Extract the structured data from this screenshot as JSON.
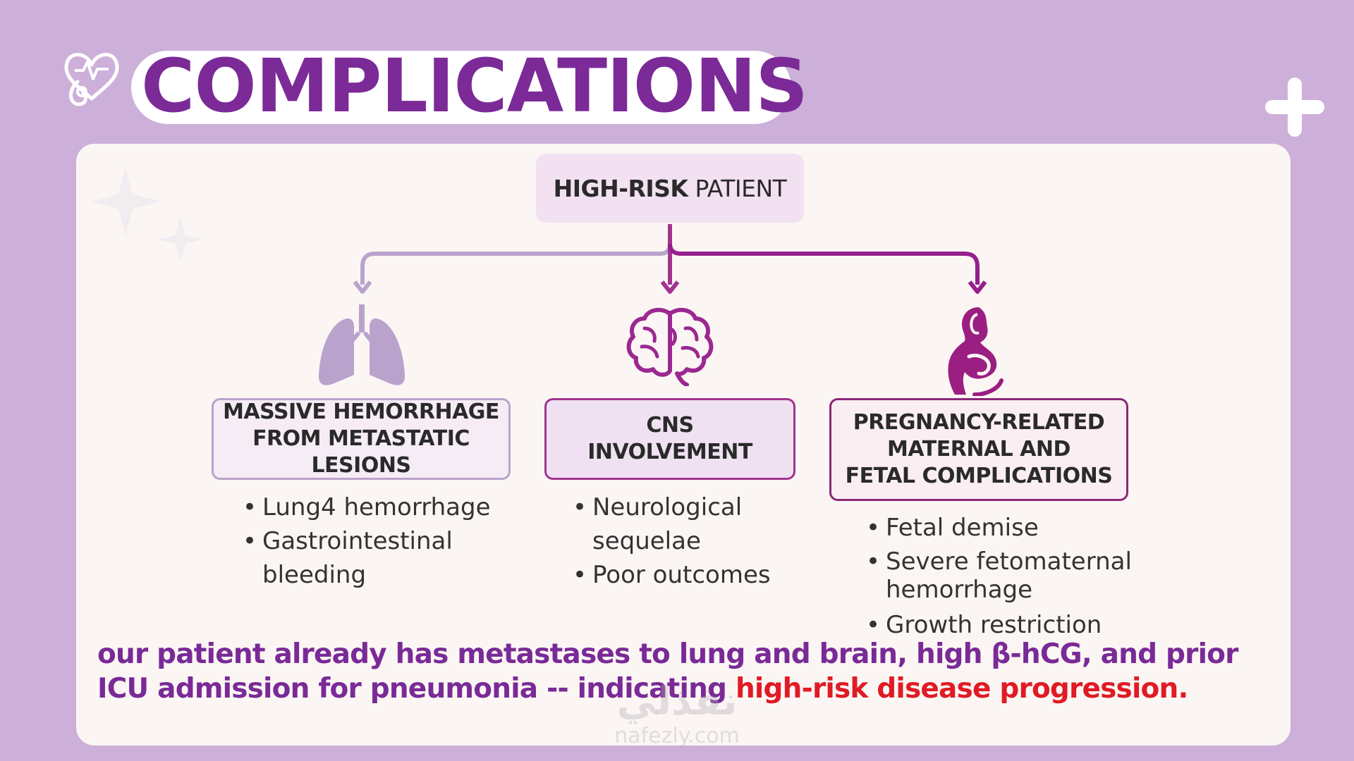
{
  "title": "COMPLICATIONS",
  "root": {
    "bold": "HIGH-RISK",
    "rest": " PATIENT"
  },
  "branches": [
    {
      "icon": "lungs-icon",
      "title_lines": [
        "MASSIVE HEMORRHAGE",
        "FROM METASTATIC LESIONS"
      ],
      "bullets": [
        "Lung4 hemorrhage",
        "Gastrointestinal bleeding"
      ]
    },
    {
      "icon": "brain-icon",
      "title_lines": [
        "CNS",
        "INVOLVEMENT"
      ],
      "bullets": [
        "Neurological sequelae",
        "Poor outcomes"
      ]
    },
    {
      "icon": "pregnant-mother-icon",
      "title_lines": [
        "PREGNANCY-RELATED",
        "MATERNAL AND",
        "FETAL COMPLICATIONS"
      ],
      "bullets": [
        "Fetal demise",
        "Severe fetomaternal hemorrhage",
        "Growth restriction"
      ]
    }
  ],
  "summary": {
    "main": "our patient already has metastases to lung and brain, high β-hCG, and prior ICU admission for pneumonia -- indicating ",
    "highlight": "high-risk disease progression."
  },
  "watermark": {
    "arabic": "نفذلي",
    "url": "nafezly.com"
  },
  "colors": {
    "background": "#cdb0d9",
    "title": "#7b2a97",
    "branch_left": "#b9a3cc",
    "branch_center": "#a2338f",
    "branch_right": "#8a2777",
    "highlight": "#e01b24"
  }
}
